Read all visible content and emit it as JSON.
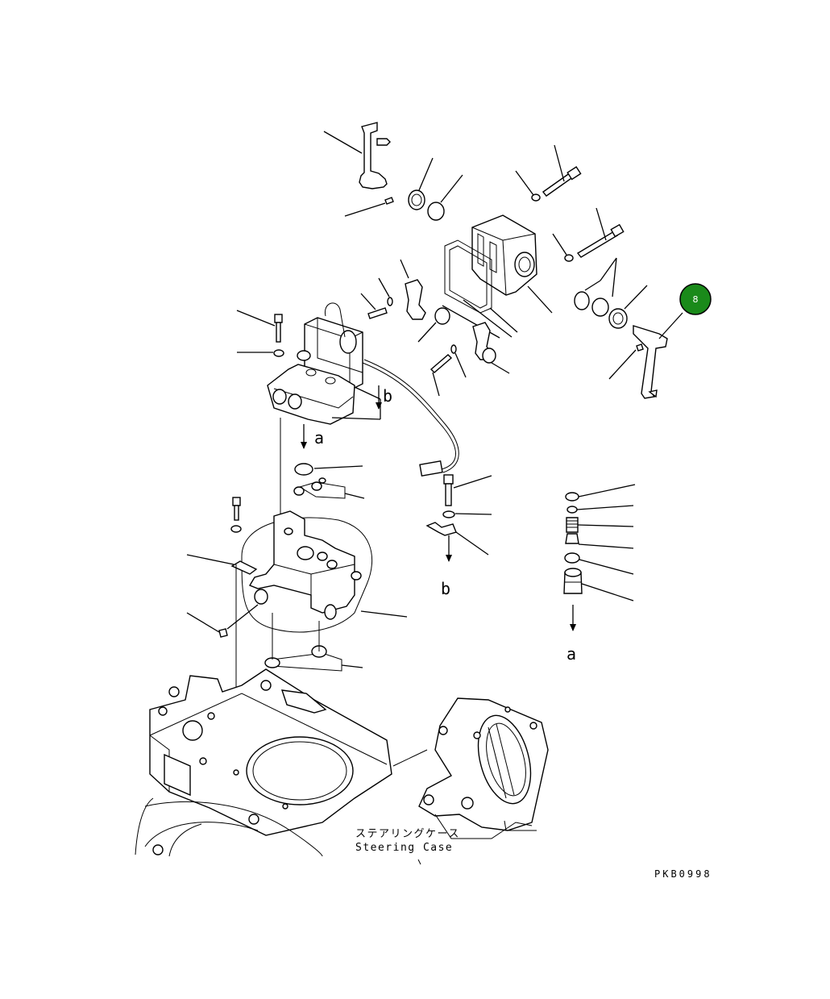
{
  "diagram": {
    "labels": {
      "a_top": "a",
      "b_top": "b",
      "b_bottom": "b",
      "a_right": "a"
    },
    "caption_jp": "ステアリングケース",
    "caption_en": "Steering Case",
    "drawing_code": "PKB0998",
    "callout": {
      "number": "8",
      "color": "#1a8a1a"
    }
  }
}
